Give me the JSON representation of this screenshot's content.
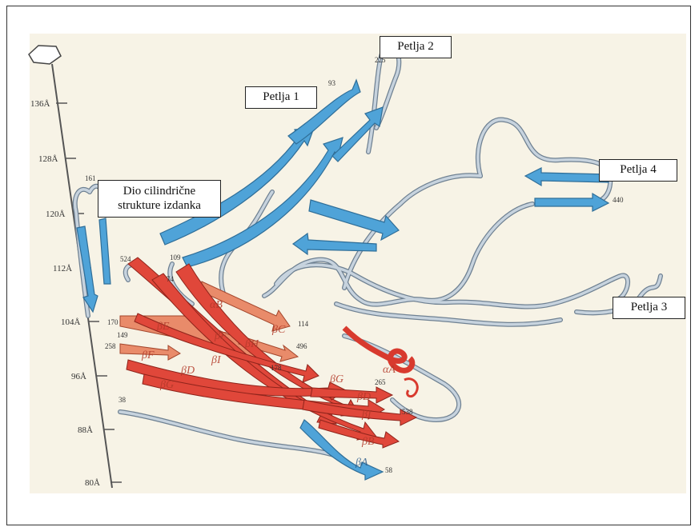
{
  "callouts": {
    "loop1": "Petlja 1",
    "loop2": "Petlja 2",
    "loop3": "Petlja 3",
    "loop4": "Petlja 4",
    "barrel_line1": "Dio cilindrične",
    "barrel_line2": "strukture izdanka"
  },
  "scale": {
    "ticks": [
      "136Å",
      "128Å",
      "120Å",
      "112Å",
      "104Å",
      "96Å",
      "88Å",
      "80Å"
    ]
  },
  "residue_numbers": {
    "r225": "225",
    "r93": "93",
    "r161": "161",
    "r440": "440",
    "r524": "524",
    "r109": "109",
    "r74": "74",
    "r114": "114",
    "r170": "170",
    "r149": "149",
    "r258": "258",
    "r496": "496",
    "r178": "178",
    "r265": "265",
    "r38": "38",
    "r538": "538",
    "r58": "58"
  },
  "structure_labels": {
    "aB": "αB",
    "bE": "βE",
    "bC": "βC",
    "bF": "βF",
    "bH": "βH",
    "bF2": "βF",
    "bD": "βD",
    "bI": "βI",
    "bG": "βG",
    "bG2": "βG",
    "aA": "αA",
    "bD2": "βD",
    "bI2": "βI",
    "bB": "βB",
    "bA": "βA"
  },
  "colors": {
    "beta_blue": "#4fa3d8",
    "beta_red": "#e0473a",
    "helix_salmon": "#e98b6a",
    "loop_grey": "#a9b9c9"
  }
}
